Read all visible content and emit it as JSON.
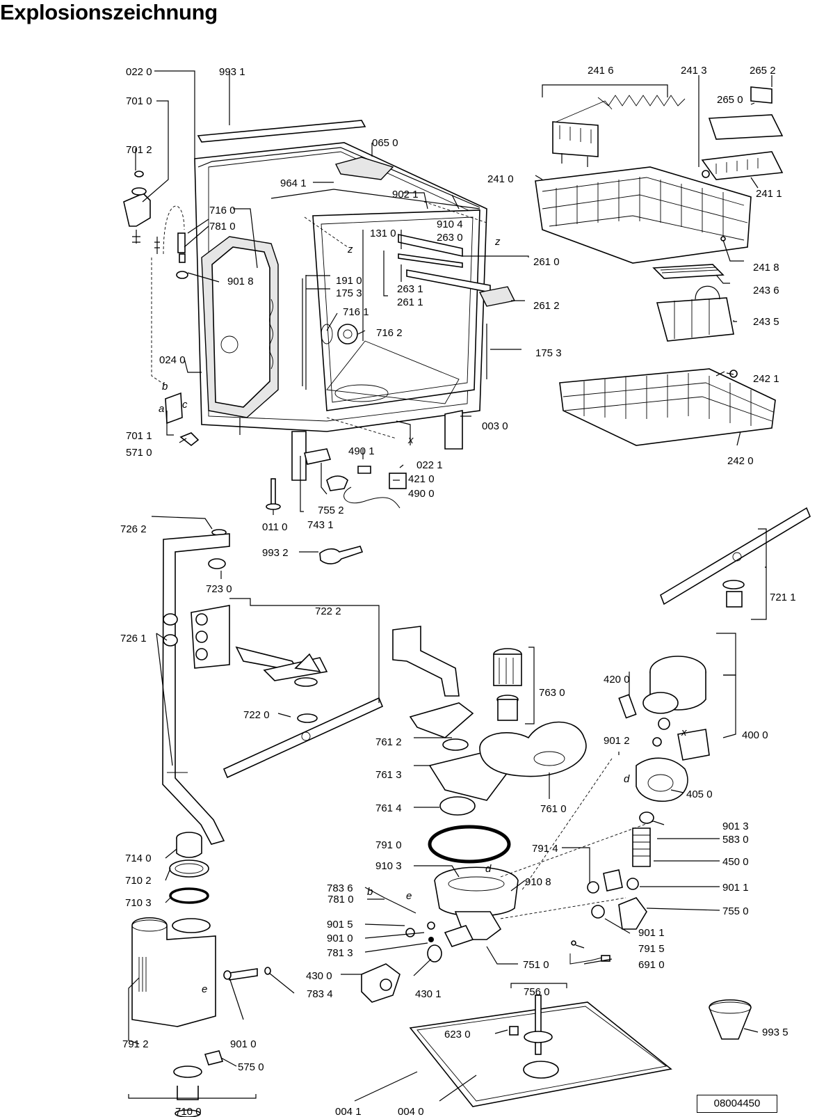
{
  "title": "Explosionszeichnung",
  "document_number": "08004450",
  "callouts": [
    "022 0",
    "993 1",
    "701 0",
    "701 2",
    "065 0",
    "964 1",
    "902 1",
    "910 4",
    "716 0",
    "781 0",
    "131 0",
    "263 0",
    "901 8",
    "191 0",
    "175 3",
    "263 1",
    "261 1",
    "716 1",
    "716 2",
    "024 0",
    "701 1",
    "571 0",
    "490 1",
    "022 1",
    "421 0",
    "490 0",
    "755 2",
    "743 1",
    "011 0",
    "993 2",
    "241 6",
    "241 3",
    "265 2",
    "265 0",
    "241 0",
    "241 1",
    "261 0",
    "241 8",
    "243 6",
    "261 2",
    "243 5",
    "175 3",
    "242 1",
    "003 0",
    "242 0",
    "726 2",
    "723 0",
    "722 2",
    "726 1",
    "722 0",
    "721 1",
    "763 0",
    "420 0",
    "761 2",
    "400 0",
    "761 3",
    "901 2",
    "761 4",
    "761 0",
    "405 0",
    "901 3",
    "791 0",
    "583 0",
    "791 4",
    "910 3",
    "450 0",
    "783 6",
    "910 8",
    "781 0",
    "901 1",
    "901 5",
    "755 0",
    "901 0",
    "901 1",
    "781 3",
    "791 5",
    "714 0",
    "751 0",
    "710 2",
    "691 0",
    "710 3",
    "430 0",
    "430 1",
    "783 4",
    "756 0",
    "901 0",
    "791 2",
    "623 0",
    "575 0",
    "993 5",
    "710 0",
    "004 1",
    "004 0"
  ],
  "point_markers": [
    "z",
    "z",
    "x",
    "b",
    "a",
    "c",
    "x",
    "d",
    "b",
    "e",
    "d",
    "e"
  ]
}
